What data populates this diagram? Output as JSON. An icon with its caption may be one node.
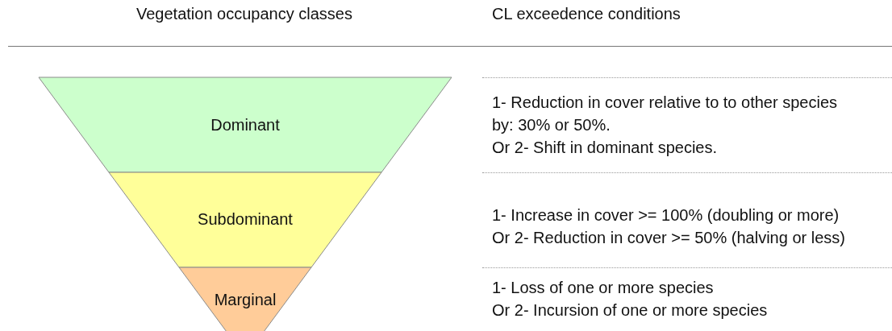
{
  "diagram": {
    "nodes": [
      {
        "text": [
          "Dominant"
        ]
      },
      {
        "text": [
          "Subdominant"
        ]
      },
      {
        "text": [
          "Marginal"
        ]
      }
    ],
    "labels": [
      "Vegetation occupancy classes",
      "CL exceedence conditions",
      "1- Reduction in cover relative to to other species by: 30% or 50%.",
      "Or 2- Shift in dominant species.",
      "1- Increase in cover >= 100% (doubling or more)",
      "Or 2- Reduction in cover >= 50% (halving or less)",
      "1- Loss of one or more species",
      "Or 2- Incursion of one or more species"
    ]
  }
}
